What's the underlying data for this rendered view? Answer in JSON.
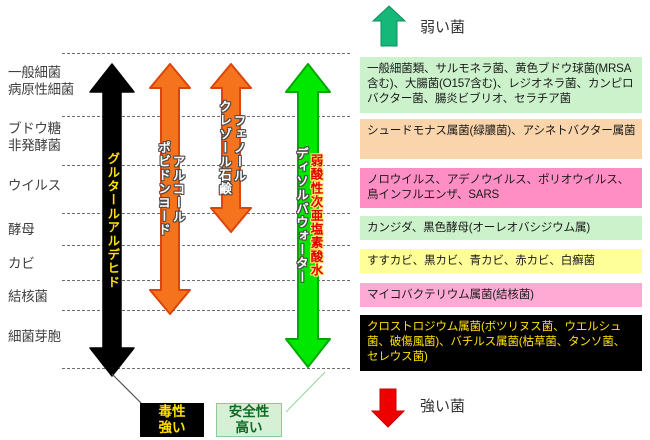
{
  "legend": {
    "weak": {
      "label": "弱い菌",
      "arrow": "up-arrow-icon",
      "color": "#16b87a"
    },
    "strong": {
      "label": "強い菌",
      "arrow": "down-arrow-icon",
      "color": "#ee0000"
    }
  },
  "categories": [
    {
      "label": "一般細菌\n病原性細菌"
    },
    {
      "label": "ブドウ糖\n非発酵菌"
    },
    {
      "label": "ウイルス"
    },
    {
      "label": "酵母"
    },
    {
      "label": "カビ"
    },
    {
      "label": "結核菌"
    },
    {
      "label": "細菌芽胞"
    }
  ],
  "gridlines_y": [
    53,
    116,
    165,
    213,
    245,
    280,
    310,
    368
  ],
  "agents": [
    {
      "name": "glutaraldehyde",
      "labels": [
        "グルタールアルデヒド"
      ],
      "fill": "#000000",
      "stroke": "#000000",
      "text_style": "yellow"
    },
    {
      "name": "alcohol-povidone-iodine",
      "labels": [
        "アルコール",
        "ポビドンヨード"
      ],
      "fill": "#f4731c",
      "stroke": "#d9450b",
      "text_style": "white"
    },
    {
      "name": "phenol-cresol-soap",
      "labels": [
        "フェノール",
        "クレゾール石鹸"
      ],
      "fill": "#f4731c",
      "stroke": "#d9450b",
      "text_style": "white"
    },
    {
      "name": "weak-acid-hypochlorous-water",
      "labels": [
        "弱酸性次亜塩素酸水",
        "ディソルバウォーター"
      ],
      "fill": "#00e800",
      "stroke": "#00a800",
      "text_style": "mixed"
    }
  ],
  "organisms": [
    {
      "text": "一般細菌類、サルモネラ菌、黄色ブドウ球菌(MRSA含む)、大腸菌(O157含む)、レジオネラ菌、カンピロバクター菌、腸炎ビブリオ、セラチア菌",
      "bg": "#ccf2cc"
    },
    {
      "text": "シュードモナス属菌(緑膿菌)、アシネトバクター属菌",
      "bg": "#fad4aa"
    },
    {
      "text": "ノロウイルス、アデノウイルス、ポリオウイルス、鳥インフルエンザ、SARS",
      "bg": "#ff8ec4"
    },
    {
      "text": "カンジダ、黒色酵母(オーレオバシジウム属)",
      "bg": "#ccf2cc"
    },
    {
      "text": "すすカビ、黒カビ、青カビ、赤カビ、白癬菌",
      "bg": "#ffff99"
    },
    {
      "text": "マイコバクテリウム属菌(結核菌)",
      "bg": "#ffaad5"
    },
    {
      "text": "クロストロジウム属菌(ボツリヌス菌、ウエルシュ菌、破傷風菌)、バチルス属菌(枯草菌、タンソ菌、セレウス菌)",
      "bg": "#000000",
      "dark": true
    }
  ],
  "callouts": {
    "toxic": {
      "label": "毒性\n強い"
    },
    "safe": {
      "label": "安全性\n高い"
    }
  }
}
